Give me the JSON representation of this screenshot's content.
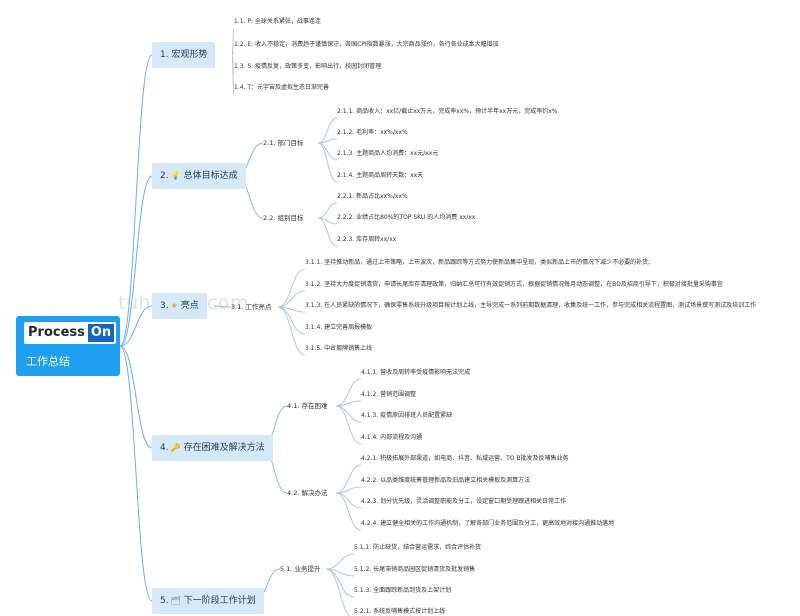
{
  "root": {
    "logo_left": "Process",
    "logo_right": "On",
    "subtitle": "工作总结"
  },
  "watermark": "tuhuaba.com",
  "icons": {
    "bulb": "lightbulb-icon",
    "star": "star-icon",
    "key": "key-icon",
    "folder": "folder-icon"
  },
  "sections": [
    {
      "label": "1. 宏观形势",
      "items": [
        "1.1. P: 全球关系紧张，战事连连",
        "1.2. E: 收入不稳定，消费趋于谨慎保守，各国CPI指数暴涨，大宗商品涨价，各行各业成本大幅增加",
        "1.3. S: 疫情反复，政策多变，影响出行，校园封闭管理",
        "1.4. T：元宇宙及虚拟生态日渐完善"
      ]
    },
    {
      "label": "2.",
      "label2": "总体目标达成",
      "groups": [
        {
          "label": "2.1. 部门目标",
          "items": [
            "2.1.1. 商品收入：xx亿/截止xx万元，完成率xx%，预计半年xx万元，完成率约x%",
            "2.1.2. 毛利率：xx%/xx%",
            "2.1.3. 主题商品人均消费：xx元/xx元",
            "2.1.4. 主题商品周转天数：xx天"
          ]
        },
        {
          "label": "2.2. 组别目标",
          "items": [
            "2.2.1. 新品占比xx%/xx%",
            "2.2.2. 业绩占比80%的TOP SKU 的人均消费 xx/xx",
            "2.2.3. 库存周转xx/xx"
          ]
        }
      ]
    },
    {
      "label": "3.",
      "label2": "亮点",
      "groups": [
        {
          "label": "3.1. 工作亮点",
          "items": [
            "3.1.1. 坚持推动新品，通过上市策略，上市波次，新品跟踪等方式努力使新品集中呈现，类似新品上市的情况下减少不必要的补货;",
            "3.1.2. 坚持大力度促销清货，申请长尾库存清理政策，归纳汇总可行有效促销方式，根据促销情况每月动态调整，在BD及招商引导下，积极对接批量采购事宜",
            "3.1.3. 在人员紧缺的情况下，确保零售系统升级项目按计划上线，主导完成一系列前期数据清理，收集及统一工作，参与完成相关流程置图，测试场景撰写测试及培训工作",
            "3.1.4. 建立完善周报模板",
            "3.1.5. 中台挪牌销售上线"
          ]
        }
      ]
    },
    {
      "label": "4.",
      "label2": "存在困难及解决方法",
      "groups": [
        {
          "label": "4.1. 存在困难",
          "items": [
            "4.1.1. 营收及周转率受疫情影响无法完成",
            "4.1.2. 营销范围调整",
            "4.1.3. 疫情原因排班人员配置紧缺",
            "4.1.4. 内部流程及沟通"
          ]
        },
        {
          "label": "4.2. 解决办法",
          "items": [
            "4.2.1. 积极拓展外部渠道，如电商、抖音、私域运营、TO B批发及反哺售业务",
            "4.2.2. 以品类维度统筹管理新品及旧品建立相关模板及测算方法",
            "4.2.3. 划分优先级，灵活调整职能及分工，设定窗口期受理跟进相关日常工作",
            "4.2.4. 建立健全相关的工作沟通机制，了解各部门业务范围及分工，更高效地对接沟通推动落地"
          ]
        }
      ]
    },
    {
      "label": "5.",
      "label2": "下一阶段工作计划",
      "groups": [
        {
          "label": "5.1. 业务提升",
          "items": [
            "5.1.1. 防止缺货，结合营运需求，综合评估补货",
            "5.1.2. 长尾滞销商品园区促销清货及批发销售",
            "5.1.3. 全面跟踪新品到货及上架计划",
            "5.2.1. 系统反哺售模式按计划上线"
          ]
        }
      ]
    }
  ]
}
